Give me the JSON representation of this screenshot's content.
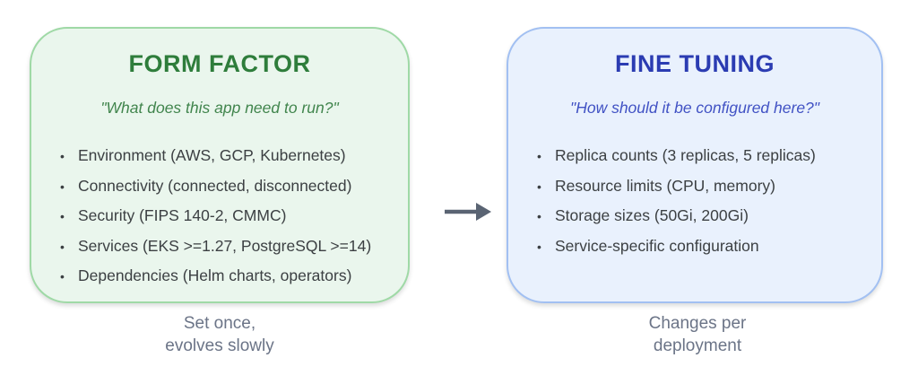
{
  "cards": {
    "form_factor": {
      "title": "FORM FACTOR",
      "subtitle": "\"What does this app need to run?\"",
      "items": [
        "Environment (AWS, GCP, Kubernetes)",
        "Connectivity (connected, disconnected)",
        "Security (FIPS 140-2, CMMC)",
        "Services (EKS >=1.27, PostgreSQL >=14)",
        "Dependencies (Helm charts, operators)"
      ],
      "caption_line1": "Set once,",
      "caption_line2": "evolves slowly",
      "colors": {
        "background": "#eaf6ed",
        "border": "#9fd9a6",
        "title": "#2e7d3b",
        "subtitle": "#41854d"
      }
    },
    "fine_tuning": {
      "title": "FINE TUNING",
      "subtitle": "\"How should it be configured here?\"",
      "items": [
        "Replica counts (3 replicas, 5 replicas)",
        "Resource limits (CPU, memory)",
        "Storage sizes (50Gi, 200Gi)",
        "Service-specific configuration"
      ],
      "caption_line1": "Changes per",
      "caption_line2": "deployment",
      "colors": {
        "background": "#e9f1fd",
        "border": "#a2c0f2",
        "title": "#2b3cb2",
        "subtitle": "#4152c4"
      }
    }
  },
  "arrow": {
    "direction": "right",
    "color": "#5a6473"
  },
  "text_colors": {
    "list_text": "#3c4043",
    "caption": "#6b7487"
  }
}
